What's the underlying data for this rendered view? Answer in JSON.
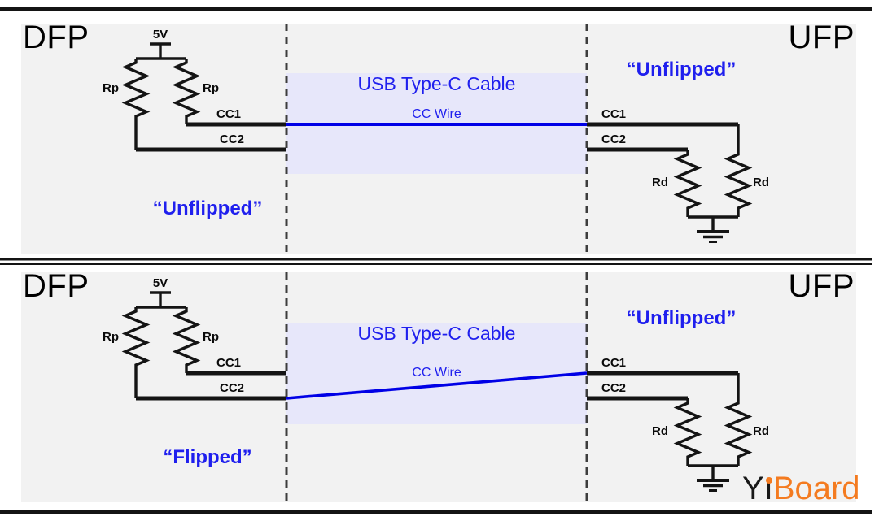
{
  "colors": {
    "panel_bg": "#f2f2f2",
    "cable_bg": "#e7e7fa",
    "blue_text": "#1f1fee",
    "wire_blue": "#0000e6",
    "line_black": "#141414",
    "logo_orange": "#f47b20"
  },
  "panels": [
    {
      "dfp_label": "DFP",
      "ufp_label": "UFP",
      "supply": "5V",
      "rp_left": "Rp",
      "rp_right": "Rp",
      "dfp_cc1": "CC1",
      "dfp_cc2": "CC2",
      "cable_title": "USB Type-C Cable",
      "cc_wire": "CC Wire",
      "ufp_cc1": "CC1",
      "ufp_cc2": "CC2",
      "rd_left": "Rd",
      "rd_right": "Rd",
      "dfp_state": "“Unflipped”",
      "ufp_state": "“Unflipped”"
    },
    {
      "dfp_label": "DFP",
      "ufp_label": "UFP",
      "supply": "5V",
      "rp_left": "Rp",
      "rp_right": "Rp",
      "dfp_cc1": "CC1",
      "dfp_cc2": "CC2",
      "cable_title": "USB Type-C Cable",
      "cc_wire": "CC Wire",
      "ufp_cc1": "CC1",
      "ufp_cc2": "CC2",
      "rd_left": "Rd",
      "rd_right": "Rd",
      "dfp_state": "“Flipped”",
      "ufp_state": "“Unflipped”"
    }
  ],
  "logo": {
    "y": "Y",
    "i": "ı",
    "board": "Board"
  }
}
